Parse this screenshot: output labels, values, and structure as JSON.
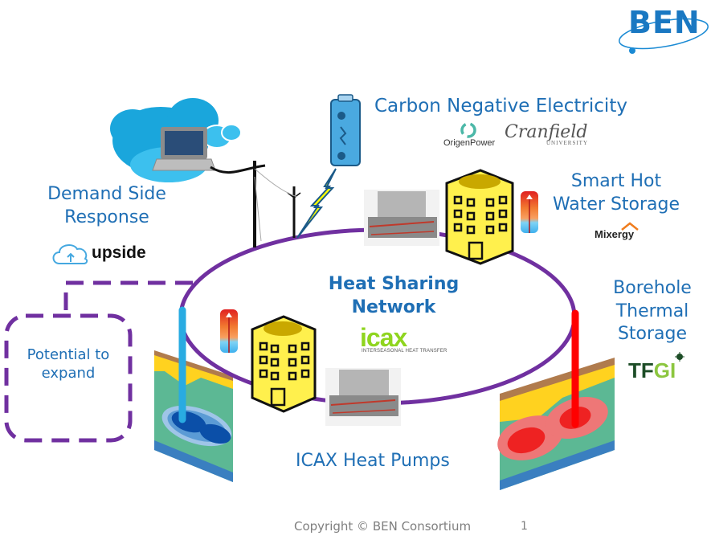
{
  "logo": {
    "text": "BEN"
  },
  "labels": {
    "carbon_negative": "Carbon Negative Electricity",
    "smart_hot_water_line1": "Smart Hot",
    "smart_hot_water_line2": "Water Storage",
    "demand_side_line1": "Demand Side",
    "demand_side_line2": "Response",
    "heat_sharing_line1": "Heat Sharing",
    "heat_sharing_line2": "Network",
    "borehole_line1": "Borehole",
    "borehole_line2": "Thermal",
    "borehole_line3": "Storage",
    "potential_line1": "Potential to",
    "potential_line2": "expand",
    "icax_heat_pumps": "ICAX Heat Pumps"
  },
  "partners": {
    "origen": "OrigenPower",
    "cranfield": "Cranfield",
    "cranfield_sub": "UNIVERSITY",
    "mixergy": "Mixergy",
    "upside": "upside",
    "icax": "icax",
    "icax_sub": "INTERSEASONAL HEAT TRANSFER",
    "tfgi_tf": "TF",
    "tfgi_gi": "GI"
  },
  "footer": {
    "copyright": "Copyright © BEN Consortium",
    "page_number": "1"
  },
  "colors": {
    "text_blue": "#1f6fb5",
    "network_purple": "#7030a0",
    "cold_pipe": "#29abe2",
    "hot_pipe": "#ff0000",
    "building_yellow": "#fff04d",
    "icax_green": "#8fd51f"
  }
}
